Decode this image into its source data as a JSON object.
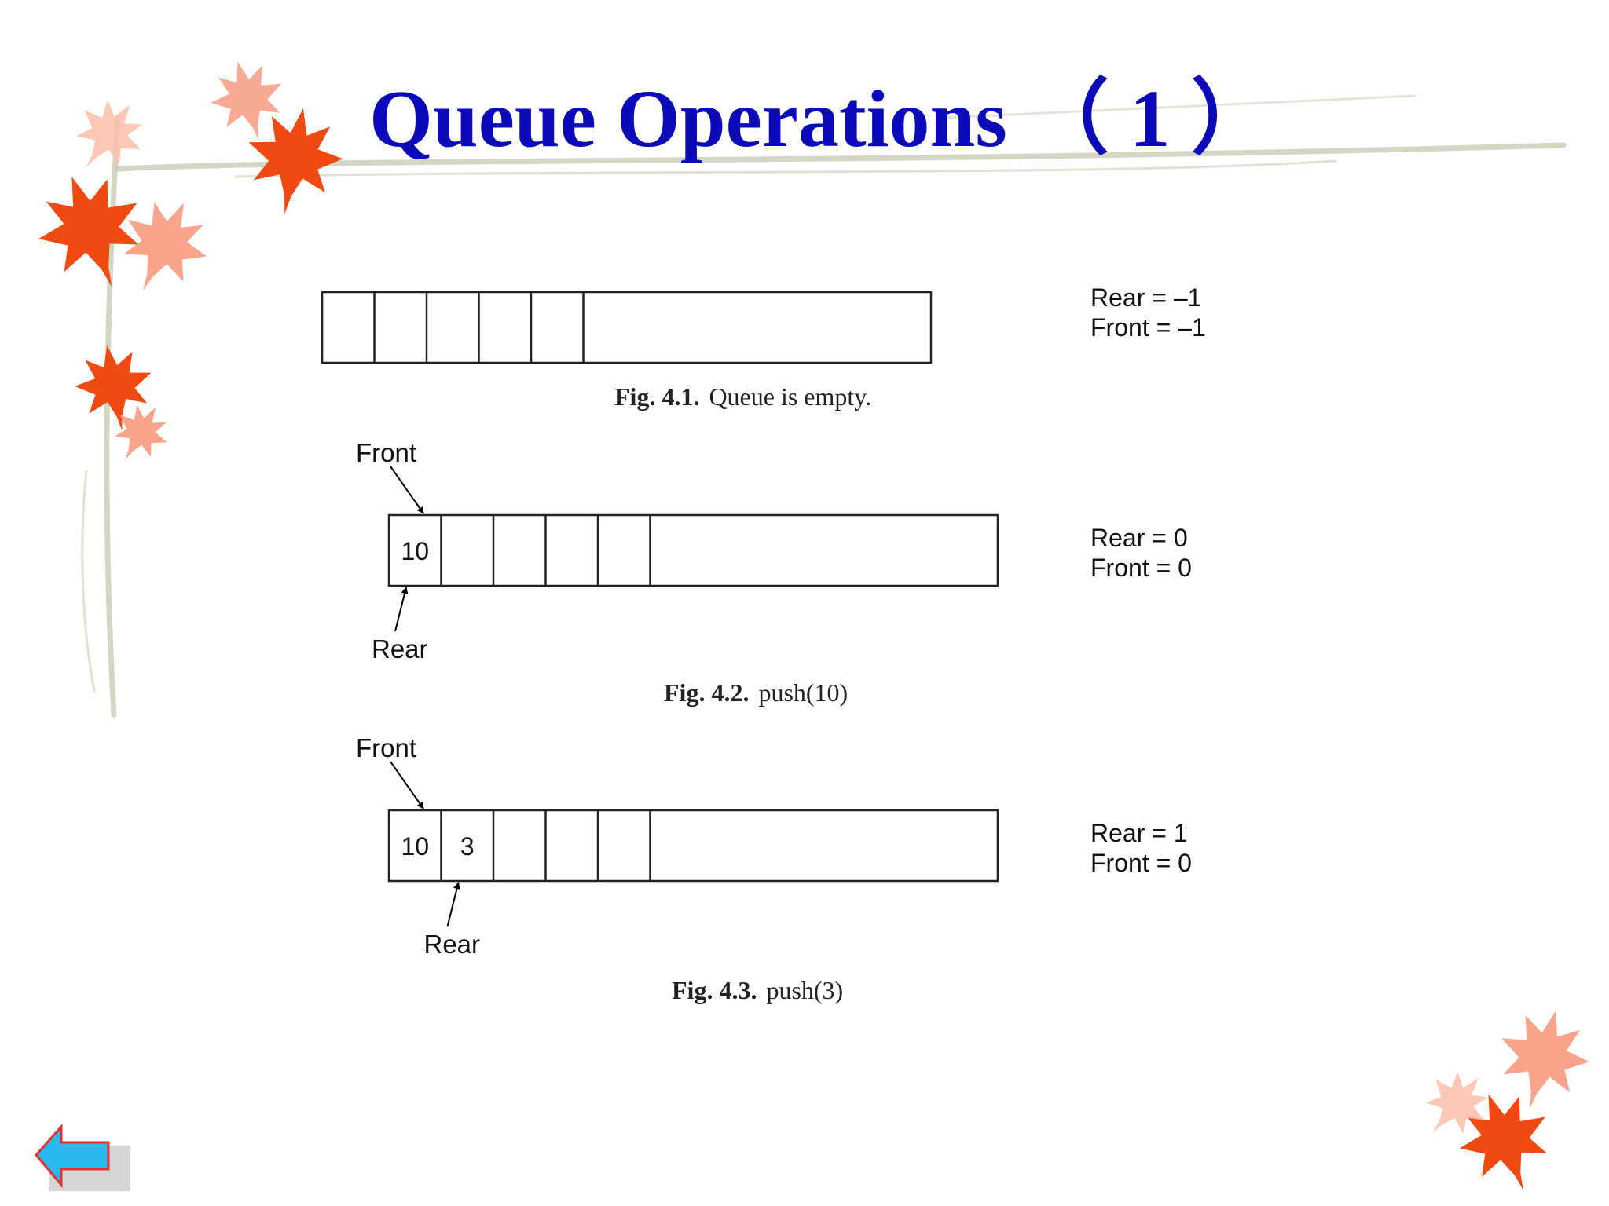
{
  "slide": {
    "title": "Queue Operations （ 1 ）"
  },
  "queues": [
    {
      "cells": [
        "",
        "",
        "",
        "",
        ""
      ],
      "front_index": -1,
      "rear_index": -1,
      "state": [
        "Rear = –1",
        "Front = –1"
      ],
      "caption_prefix": "Fig. 4.1.",
      "caption_text": "Queue is empty.",
      "front_label": "",
      "rear_label": ""
    },
    {
      "cells": [
        "10",
        "",
        "",
        "",
        ""
      ],
      "front_index": 0,
      "rear_index": 0,
      "state": [
        "Rear = 0",
        "Front = 0"
      ],
      "caption_prefix": "Fig. 4.2.",
      "caption_text": "push(10)",
      "front_label": "Front",
      "rear_label": "Rear"
    },
    {
      "cells": [
        "10",
        "3",
        "",
        "",
        ""
      ],
      "front_index": 0,
      "rear_index": 1,
      "state": [
        "Rear = 1",
        "Front = 0"
      ],
      "caption_prefix": "Fig. 4.3.",
      "caption_text": "push(3)",
      "front_label": "Front",
      "rear_label": "Rear"
    }
  ],
  "navigation": {
    "back_icon": "left-arrow-icon",
    "back_color": "#29b9ef",
    "back_border": "#e03030"
  },
  "colors": {
    "title": "#0a0ab8",
    "leaf_dark": "#f04a10",
    "leaf_light": "#f79a80"
  }
}
